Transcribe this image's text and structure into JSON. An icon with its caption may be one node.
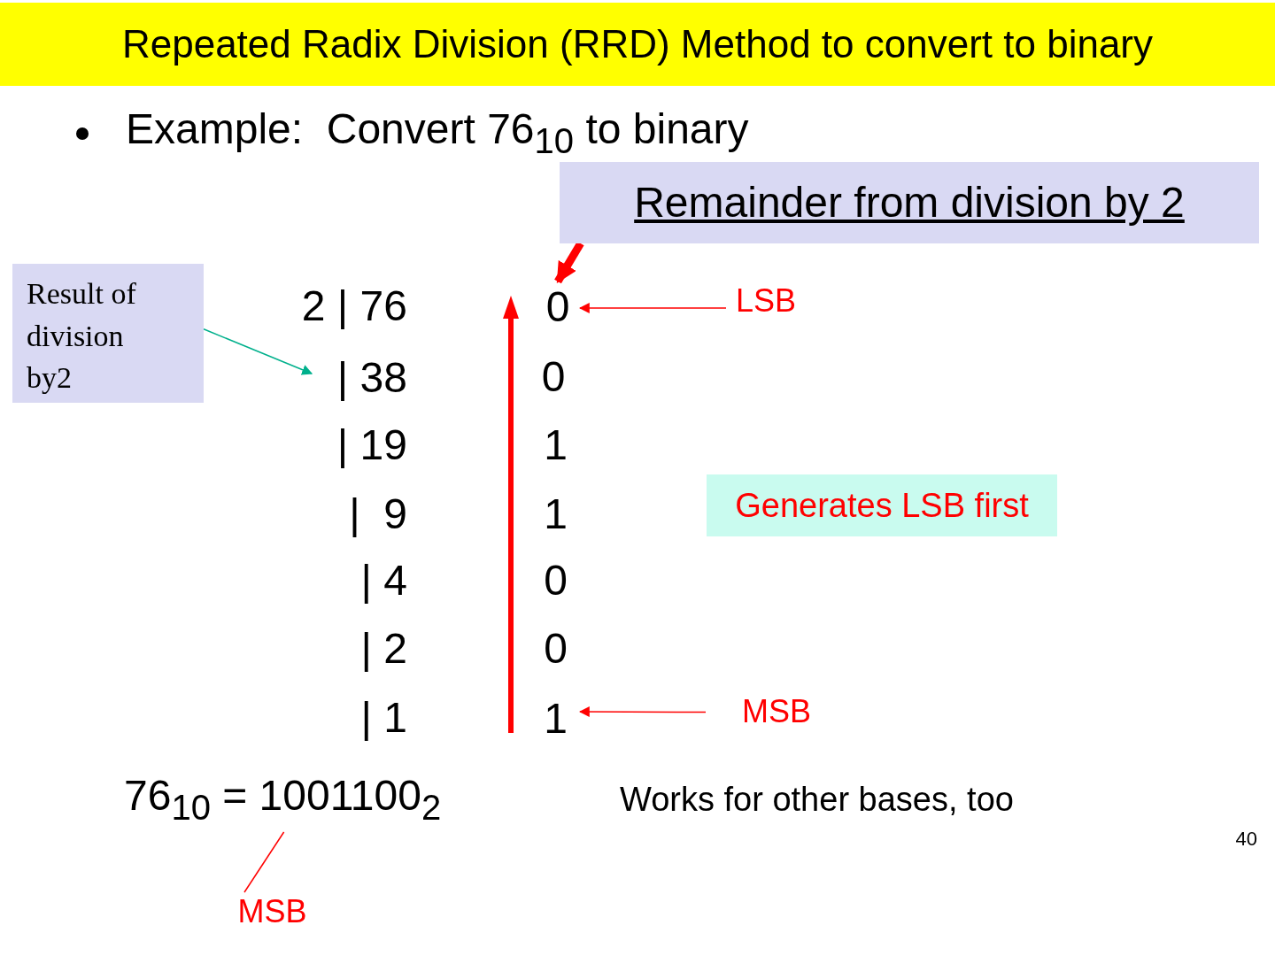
{
  "diagram": {
    "title": "Repeated Radix Division (RRD) Method to convert to binary",
    "nodes": [
      {
        "text": [
          "Remainder from division by 2"
        ]
      },
      {
        "text": [
          "Result of division by2"
        ]
      },
      {
        "text": [
          "0"
        ]
      },
      {
        "text": [
          "LSB"
        ]
      },
      {
        "text": [
          "| 38"
        ]
      },
      {
        "text": [
          "Generates LSB first"
        ]
      },
      {
        "text": [
          "1"
        ]
      },
      {
        "text": [
          "MSB"
        ]
      },
      {
        "text": [
          "76$_{10}$ = 1001100$_{2}$"
        ]
      },
      {
        "text": [
          "MSB"
        ]
      }
    ],
    "edges": [
      {
        "from": 0,
        "to": 2,
        "arrow": "to",
        "style": "thick",
        "color": "#ff0000"
      },
      {
        "from": 3,
        "to": 2,
        "arrow": "to",
        "color": "#ff0000"
      },
      {
        "from": 1,
        "to": 4,
        "arrow": "to",
        "color": "#00b08c"
      },
      {
        "from": 7,
        "to": 6,
        "arrow": "to",
        "color": "#ff0000"
      },
      {
        "from": 9,
        "to": 8,
        "arrow": "none",
        "color": "#ff0000"
      }
    ],
    "labels": [
      "Example:  Convert 76$_{10}$ to binary",
      "2 | 76",
      "0",
      "| 19",
      "1",
      "|  9",
      "1",
      "| 4",
      "0",
      "| 2",
      "0",
      "| 1",
      "Works for other bases, too",
      "40"
    ]
  }
}
